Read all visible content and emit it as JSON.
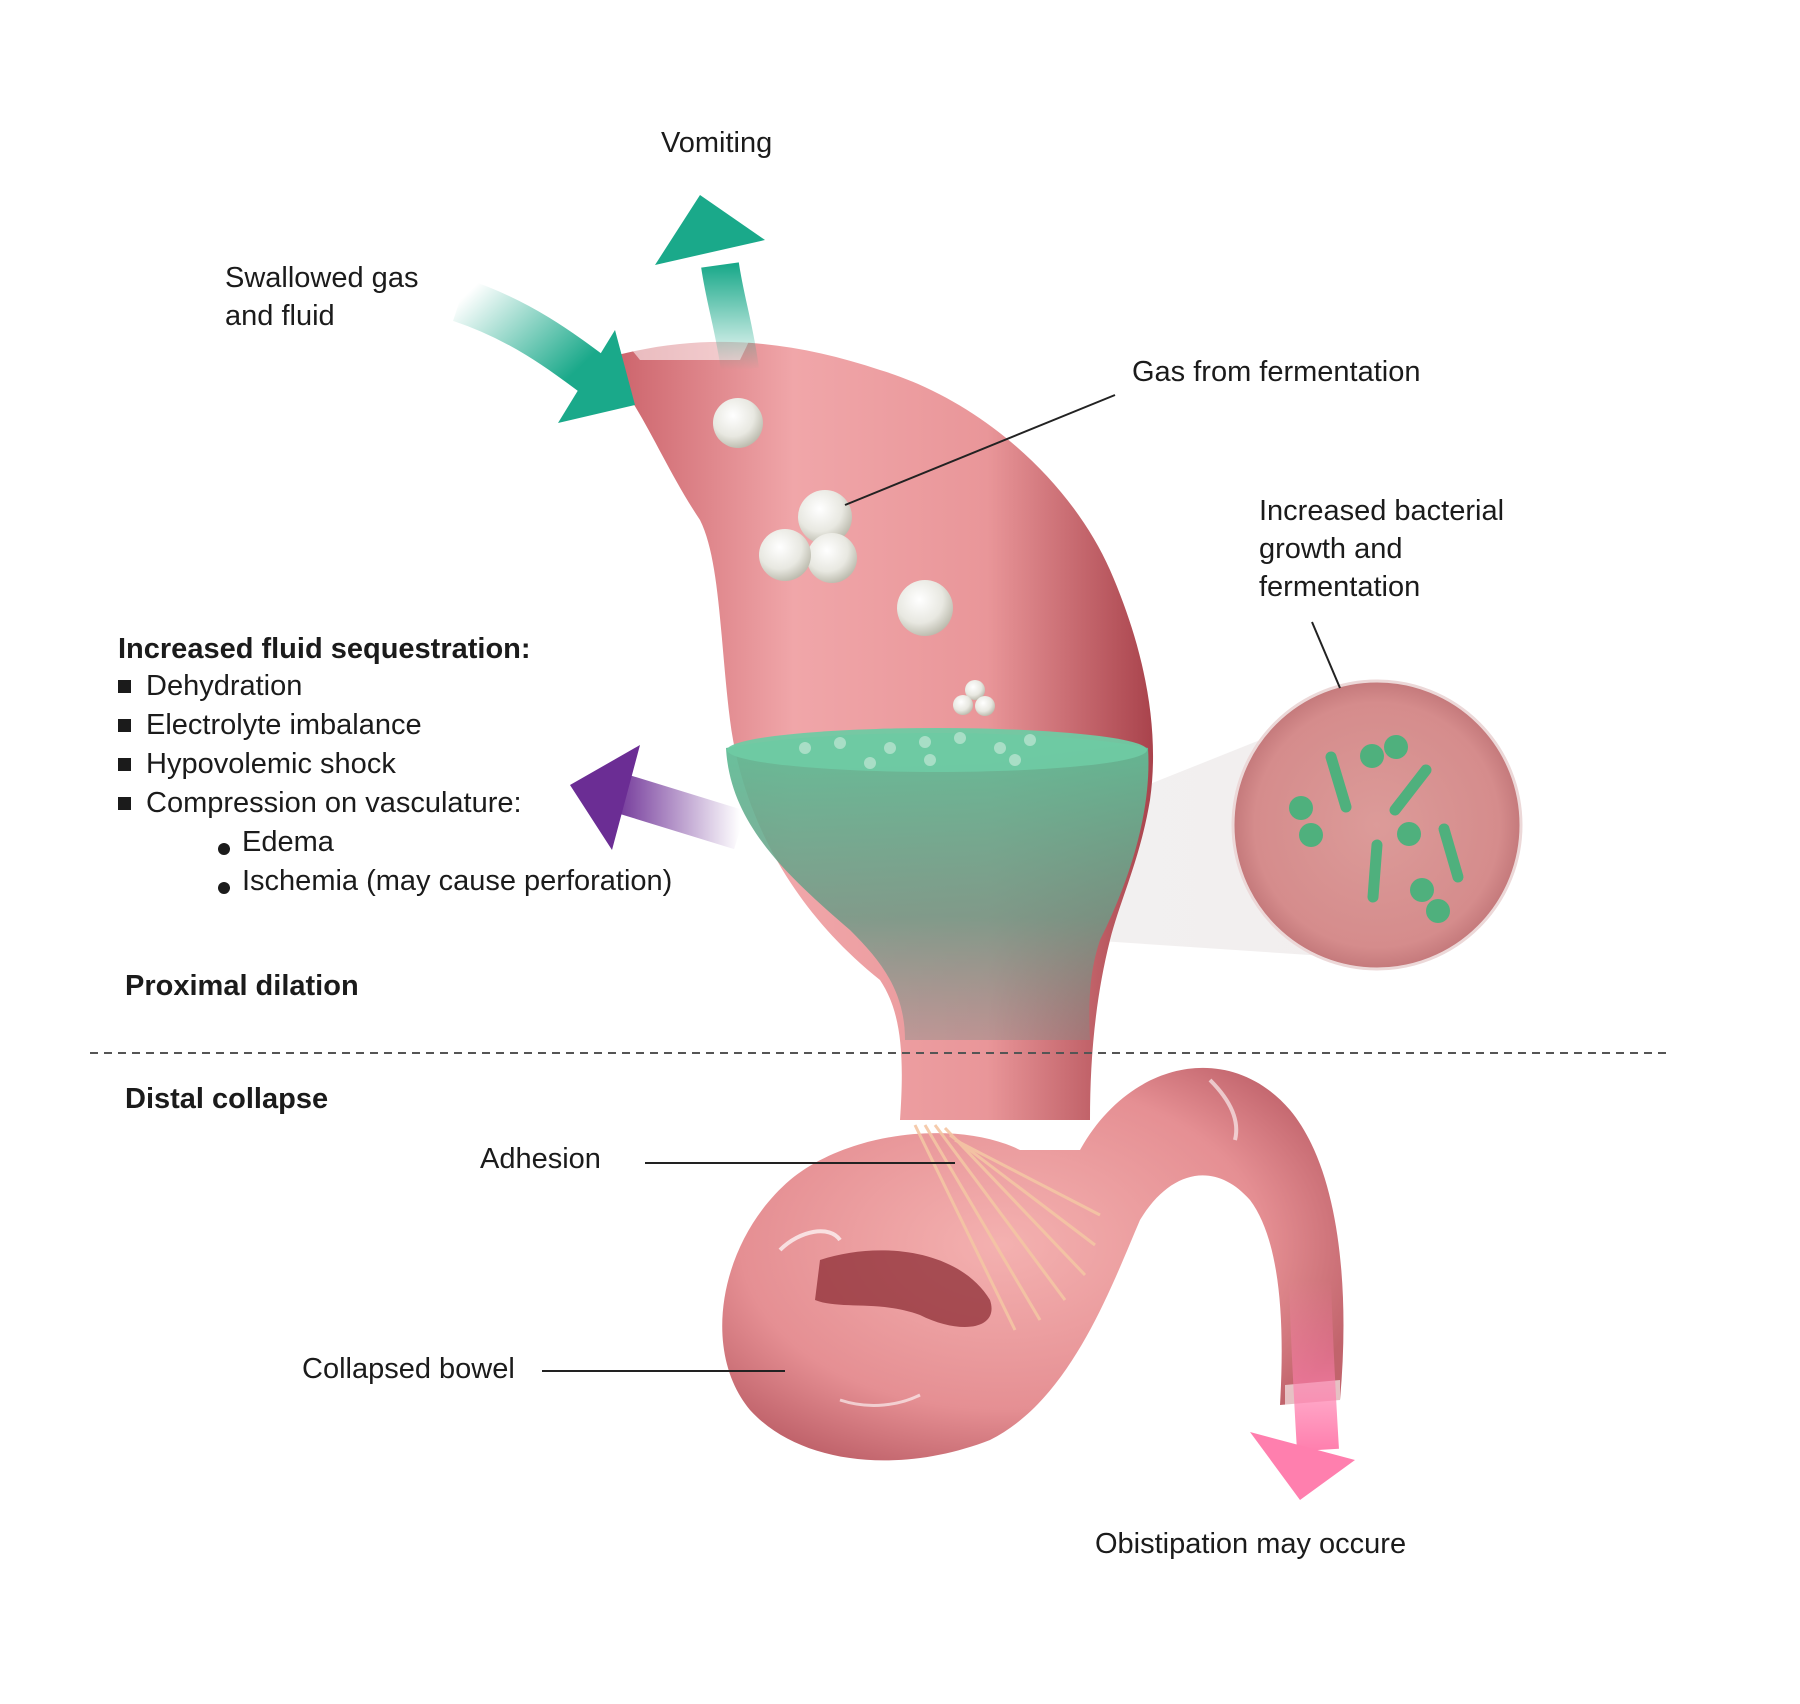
{
  "labels": {
    "vomiting": "Vomiting",
    "swallowed": [
      "Swallowed gas",
      "and fluid"
    ],
    "gas_fermentation": "Gas from fermentation",
    "bacterial": [
      "Increased bacterial",
      "growth and",
      "fermentation"
    ],
    "proximal": "Proximal dilation",
    "distal": "Distal collapse",
    "adhesion": "Adhesion",
    "collapsed": "Collapsed bowel",
    "obstipation": "Obistipation may occure"
  },
  "sequestration": {
    "heading": "Increased fluid sequestration:",
    "items": [
      "Dehydration",
      "Electrolyte imbalance",
      "Hypovolemic shock",
      "Compression on vasculature:"
    ],
    "subitems": [
      "Edema",
      "Ischemia (may cause perforation)"
    ]
  },
  "colors": {
    "bowel": "#e48a8e",
    "fluid": "#5fbf97",
    "arrow_teal": "#1aa98a",
    "arrow_purple": "#6b2d94",
    "arrow_pink": "#ff7fae",
    "bacteria": "#4fb07d"
  }
}
